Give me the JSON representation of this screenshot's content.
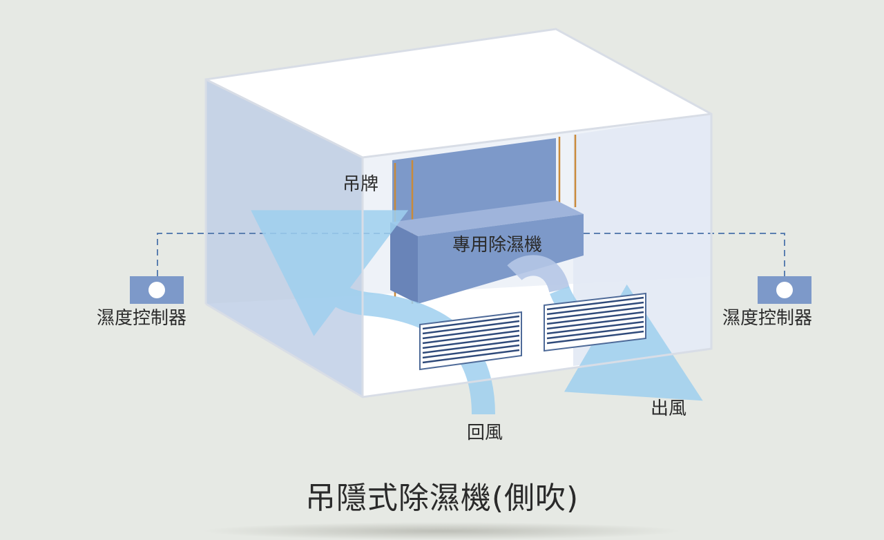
{
  "colors": {
    "background": "#e6e9e4",
    "room_wall": "#c5d3e6",
    "unit_front": "#7d99c9",
    "unit_top": "#8fa8d4",
    "airflow": "#9fd0ef",
    "hanger": "#c98a3a",
    "dashed_line": "#5b7fb0",
    "controller": "#7d99c9"
  },
  "labels": {
    "hanger": "吊牌",
    "unit": "專用除濕機",
    "controller_left": "濕度控制器",
    "controller_right": "濕度控制器",
    "return_air": "回風",
    "supply_air": "出風"
  },
  "title": "吊隱式除濕機(側吹)"
}
